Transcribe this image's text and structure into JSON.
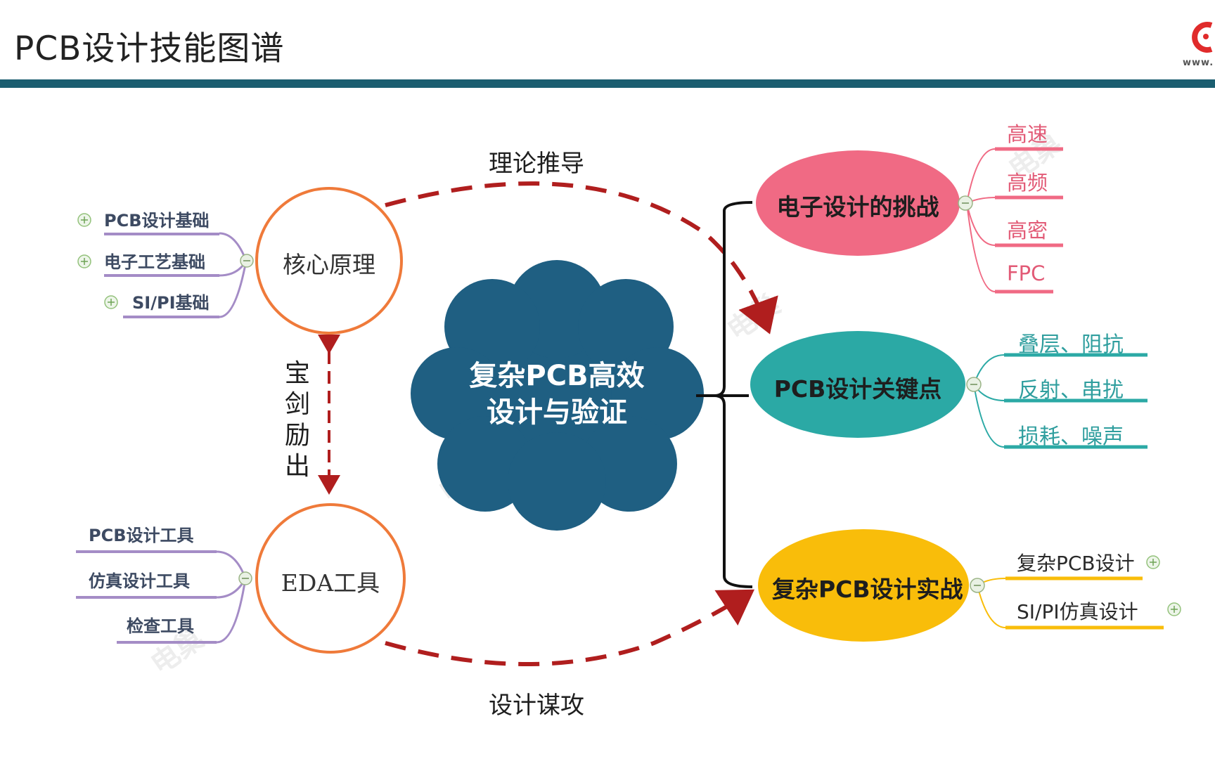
{
  "header": {
    "title": "PCB设计技能图谱",
    "logo_url": "www."
  },
  "left": {
    "top_circle": "核心原理",
    "bottom_circle": "EDA工具",
    "top_items": [
      "PCB设计基础",
      "电子工艺基础",
      "SI/PI基础"
    ],
    "bottom_items": [
      "PCB设计工具",
      "仿真设计工具",
      "检查工具"
    ],
    "vertical_label": "宝剑励出"
  },
  "center": {
    "cloud_line1": "复杂PCB高效",
    "cloud_line2": "设计与验证"
  },
  "arcs": {
    "top_label": "理论推导",
    "bottom_label": "设计谋攻"
  },
  "right": {
    "challenge": {
      "label": "电子设计的挑战",
      "items": [
        "高速",
        "高频",
        "高密",
        "FPC"
      ]
    },
    "keypoints": {
      "label": "PCB设计关键点",
      "items": [
        "叠层、阻抗",
        "反射、串扰",
        "损耗、噪声"
      ]
    },
    "practice": {
      "label": "复杂PCB设计实战",
      "items": [
        "复杂PCB设计",
        "SI/PI仿真设计"
      ]
    }
  },
  "watermark": "电巢",
  "colors": {
    "header_rule": "#1b5e70",
    "circle_stroke": "#ef7a3a",
    "cloud": "#1f5f82",
    "challenge_oval": "#f06a84",
    "keypoints_oval": "#2ba9a5",
    "practice_oval": "#f9bd0a",
    "dashed_arrow": "#b01e1e",
    "left_branch": "#a48cc6"
  },
  "icons": [
    "expand-plus-icon",
    "collapse-minus-icon",
    "brand-logo-icon"
  ]
}
